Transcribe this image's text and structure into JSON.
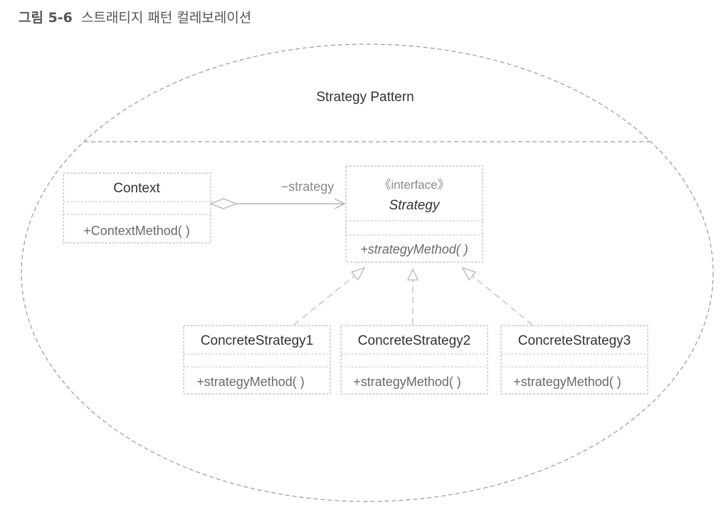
{
  "caption": {
    "number": "그림 5-6",
    "title": "스트래티지 패턴 컬레보레이션"
  },
  "collaboration": {
    "name": "Strategy Pattern"
  },
  "context": {
    "name": "Context",
    "method": "+ContextMethod( )"
  },
  "association": {
    "role": "−strategy"
  },
  "strategy": {
    "stereotype": "《interface》",
    "name": "Strategy",
    "method": "+strategyMethod( )"
  },
  "concretes": [
    {
      "name": "ConcreteStrategy1",
      "method": "+strategyMethod( )"
    },
    {
      "name": "ConcreteStrategy2",
      "method": "+strategyMethod( )"
    },
    {
      "name": "ConcreteStrategy3",
      "method": "+strategyMethod( )"
    }
  ]
}
